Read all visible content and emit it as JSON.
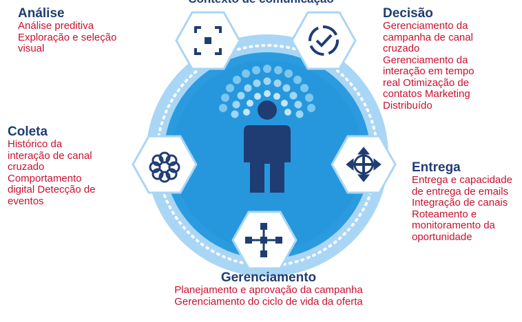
{
  "header": {
    "title": "Contexto de comunicação"
  },
  "colors": {
    "navy": "#1f3d73",
    "red": "#c8102e",
    "light_blue": "#a9d6f5",
    "mid_blue": "#2b9be0",
    "hex_outline": "#a9d6f5"
  },
  "sections": {
    "analise": {
      "title": "Análise",
      "desc": "Análise preditiva Exploração e seleção visual",
      "icon": "focus-icon"
    },
    "decisao": {
      "title": "Decisão",
      "desc": "Gerenciamento da campanha de canal cruzado Gerenciamento da interação em tempo real Otimização de contatos Marketing Distribuído",
      "icon": "check-circle-icon"
    },
    "coleta": {
      "title": "Coleta",
      "desc": "Histórico da interação de canal cruzado Comportamento digital Detecção de eventos",
      "icon": "flower-icon"
    },
    "entrega": {
      "title": "Entrega",
      "desc": "Entrega e capacidade de entrega de emails Integração de canais Roteamento e monitoramento da oportunidade",
      "icon": "arrows-icon"
    },
    "gerenciamento": {
      "title": "Gerenciamento",
      "desc": "Planejamento e aprovação da campanha Gerenciamento do ciclo de vida da oferta",
      "icon": "flowchart-icon"
    }
  }
}
